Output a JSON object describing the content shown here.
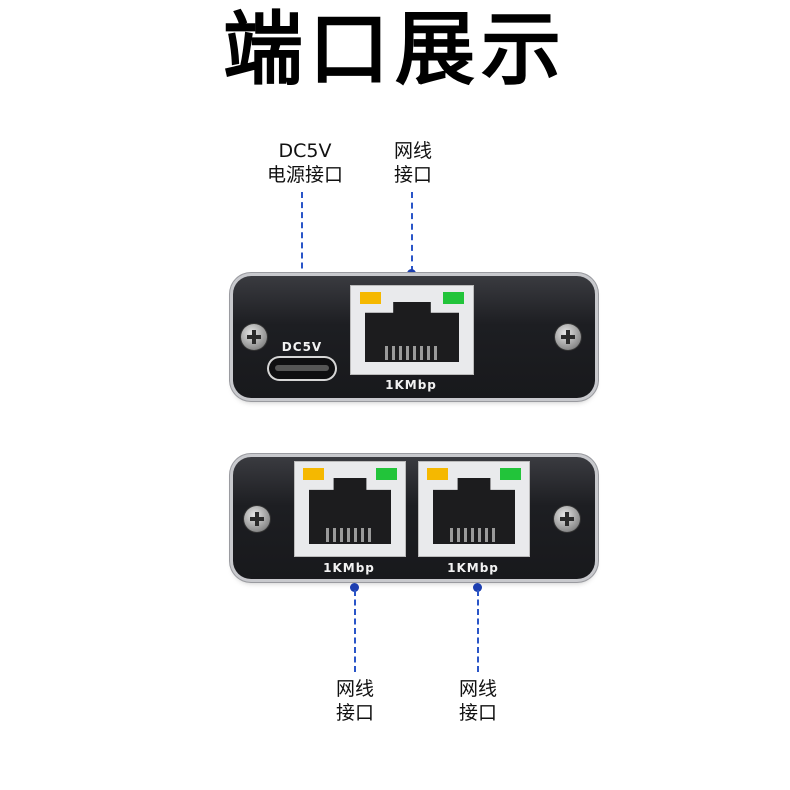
{
  "title": "端口展示",
  "top_panel": {
    "dc_label": "DC5V",
    "dc_callout_line1": "DC5V",
    "dc_callout_line2": "电源接口",
    "lan_callout_line1": "网线",
    "lan_callout_line2": "接口",
    "port_speed": "1KMbp"
  },
  "bottom_panel": {
    "port1_speed": "1KMbp",
    "port2_speed": "1KMbp",
    "callout1_line1": "网线",
    "callout1_line2": "接口",
    "callout2_line1": "网线",
    "callout2_line2": "接口"
  },
  "colors": {
    "callout_line": "#2a55c8",
    "led_yellow": "#f5b800",
    "led_green": "#22c43a",
    "panel": "#1d1e22"
  }
}
